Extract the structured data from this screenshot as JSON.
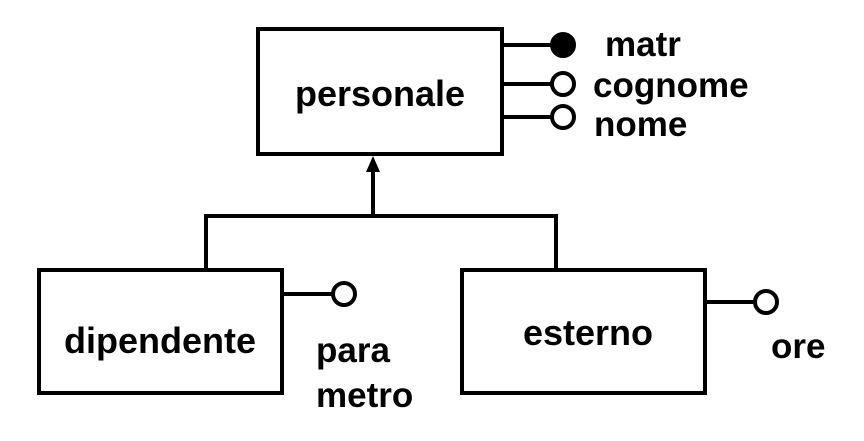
{
  "entities": {
    "personale": {
      "label": "personale",
      "attributes": {
        "matr": {
          "label": "matr",
          "identifier": true
        },
        "cognome": {
          "label": "cognome",
          "identifier": false
        },
        "nome": {
          "label": "nome",
          "identifier": false
        }
      }
    },
    "dipendente": {
      "label": "dipendente",
      "attributes": {
        "parametro": {
          "label_line1": "para",
          "label_line2": "metro",
          "identifier": false
        }
      }
    },
    "esterno": {
      "label": "esterno",
      "attributes": {
        "ore": {
          "label": "ore",
          "identifier": false
        }
      }
    }
  },
  "generalization": {
    "parent": "personale",
    "children": [
      "dipendente",
      "esterno"
    ]
  },
  "colors": {
    "stroke": "#000000",
    "background": "#ffffff"
  }
}
